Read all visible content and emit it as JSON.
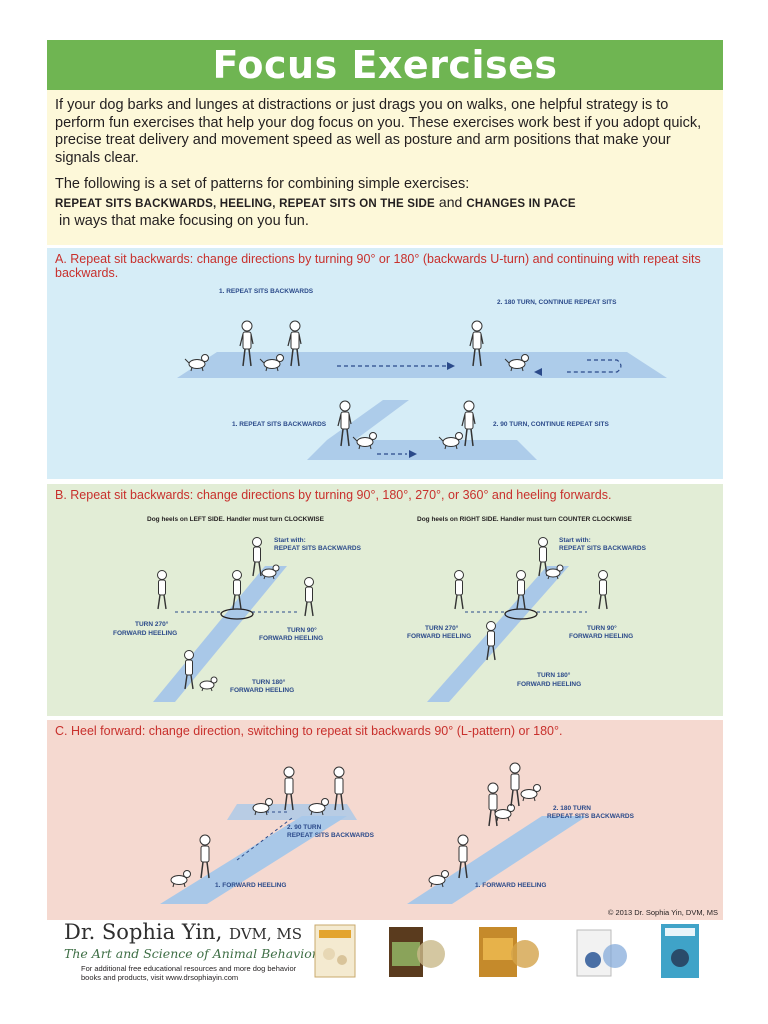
{
  "title": "Focus Exercises",
  "intro": {
    "paragraph1": "If your dog barks and lunges at distractions or just drags you on walks, one helpful strategy is to perform fun exercises that help your dog focus on you. These exercises work best if you adopt quick, precise treat delivery and movement speed as well as posture and arm positions that make your signals clear.",
    "paragraph2_lead": "The following is a set of patterns for combining simple exercises:",
    "exercises": "Repeat sits backwards, heeling, repeat sits on the side",
    "and": "and",
    "changes": "changes in pace",
    "closing": "in ways that make focusing on you fun."
  },
  "section_a": {
    "heading": "A. Repeat sit backwards: change directions by turning 90° or 180° (backwards U-turn) and continuing with repeat sits backwards.",
    "label_top_left": "1. REPEAT SITS BACKWARDS",
    "label_top_right": "2. 180  TURN, CONTINUE REPEAT SITS",
    "label_bottom_left": "1. REPEAT SITS BACKWARDS",
    "label_bottom_right": "2. 90  TURN, CONTINUE REPEAT SITS"
  },
  "section_b": {
    "heading": "B. Repeat sit backwards: change directions by turning 90°, 180°, 270°, or 360° and heeling forwards.",
    "left_caption": "Dog heels on LEFT SIDE. Handler must turn CLOCKWISE",
    "right_caption": "Dog heels on RIGHT SIDE. Handler must turn COUNTER CLOCKWISE",
    "start_with": "Start with:",
    "start_repeat": "REPEAT SITS BACKWARDS",
    "turn_270": "TURN 270°",
    "turn_90": "TURN 90°",
    "turn_180": "TURN 180°",
    "forward_heeling": "FORWARD HEELING"
  },
  "section_c": {
    "heading": "C. Heel forward: change direction, switching to repeat sit backwards 90° (L-pattern) or 180°.",
    "left_turn": "2. 90  TURN",
    "left_turn_sub": "REPEAT SITS BACKWARDS",
    "left_forward": "1. FORWARD HEELING",
    "right_turn": "2. 180  TURN",
    "right_turn_sub": "REPEAT SITS BACKWARDS",
    "right_forward": "1. FORWARD HEELING"
  },
  "copyright": "© 2013 Dr. Sophia Yin, DVM, MS",
  "footer": {
    "name": "Dr. Sophia Yin,",
    "credentials": "DVM, MS",
    "tagline": "The Art and Science of Animal Behavior",
    "note": "For additional free educational resources and more dog behavior books and products, visit www.drsophiayin.com"
  },
  "colors": {
    "title_green": "#6fb552",
    "intro_yellow": "#fdf8d9",
    "panel_blue": "#d6edf7",
    "panel_green": "#e2edd6",
    "panel_pink": "#f5d9d0",
    "heading_red": "#c8302c",
    "path_blue": "#a9c8e8",
    "label_blue": "#2b4a8a"
  }
}
